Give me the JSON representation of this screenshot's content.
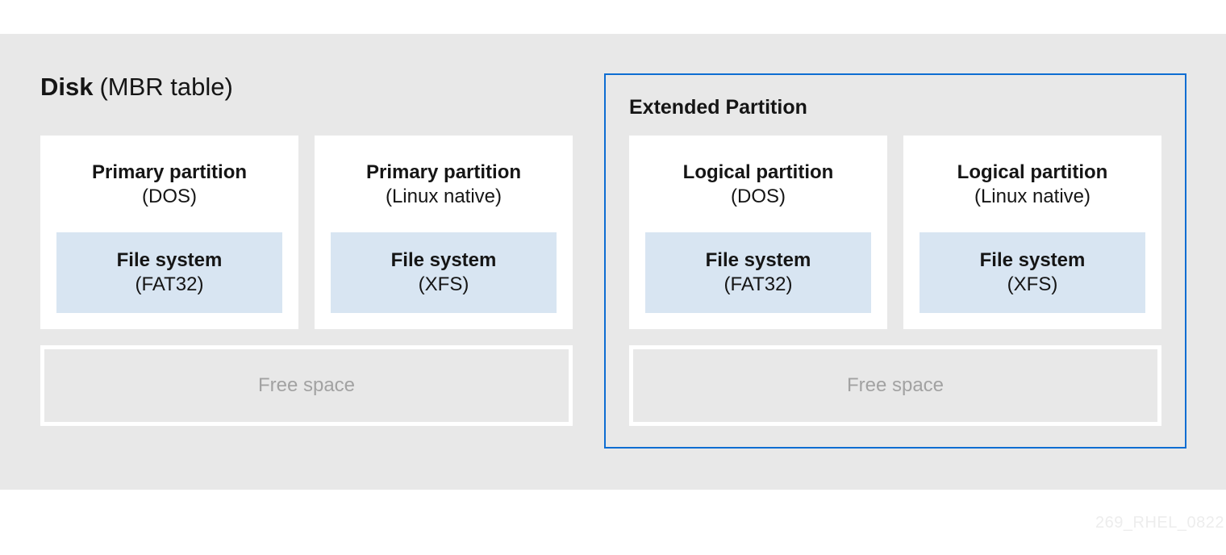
{
  "page": {
    "title_bold": "Disk",
    "title_regular": "(MBR table)",
    "watermark": "269_RHEL_0822"
  },
  "disk": {
    "free_space_label": "Free space",
    "primary_partitions": [
      {
        "name": "Primary partition",
        "format": "(DOS)",
        "filesystem": {
          "label": "File system",
          "type": "(FAT32)"
        }
      },
      {
        "name": "Primary partition",
        "format": "(Linux native)",
        "filesystem": {
          "label": "File system",
          "type": "(XFS)"
        }
      }
    ],
    "extended_partition": {
      "label": "Extended Partition",
      "free_space_label": "Free space",
      "logical_partitions": [
        {
          "name": "Logical partition",
          "format": "(DOS)",
          "filesystem": {
            "label": "File system",
            "type": "(FAT32)"
          }
        },
        {
          "name": "Logical partition",
          "format": "(Linux native)",
          "filesystem": {
            "label": "File system",
            "type": "(XFS)"
          }
        }
      ]
    }
  },
  "colors": {
    "band_background": "#e8e8e8",
    "partition_background": "#ffffff",
    "filesystem_background": "#d8e5f2",
    "extended_border": "#0d6dd2",
    "text_dark": "#151515",
    "free_space_text": "#a2a2a2",
    "watermark_text": "#ededed"
  }
}
